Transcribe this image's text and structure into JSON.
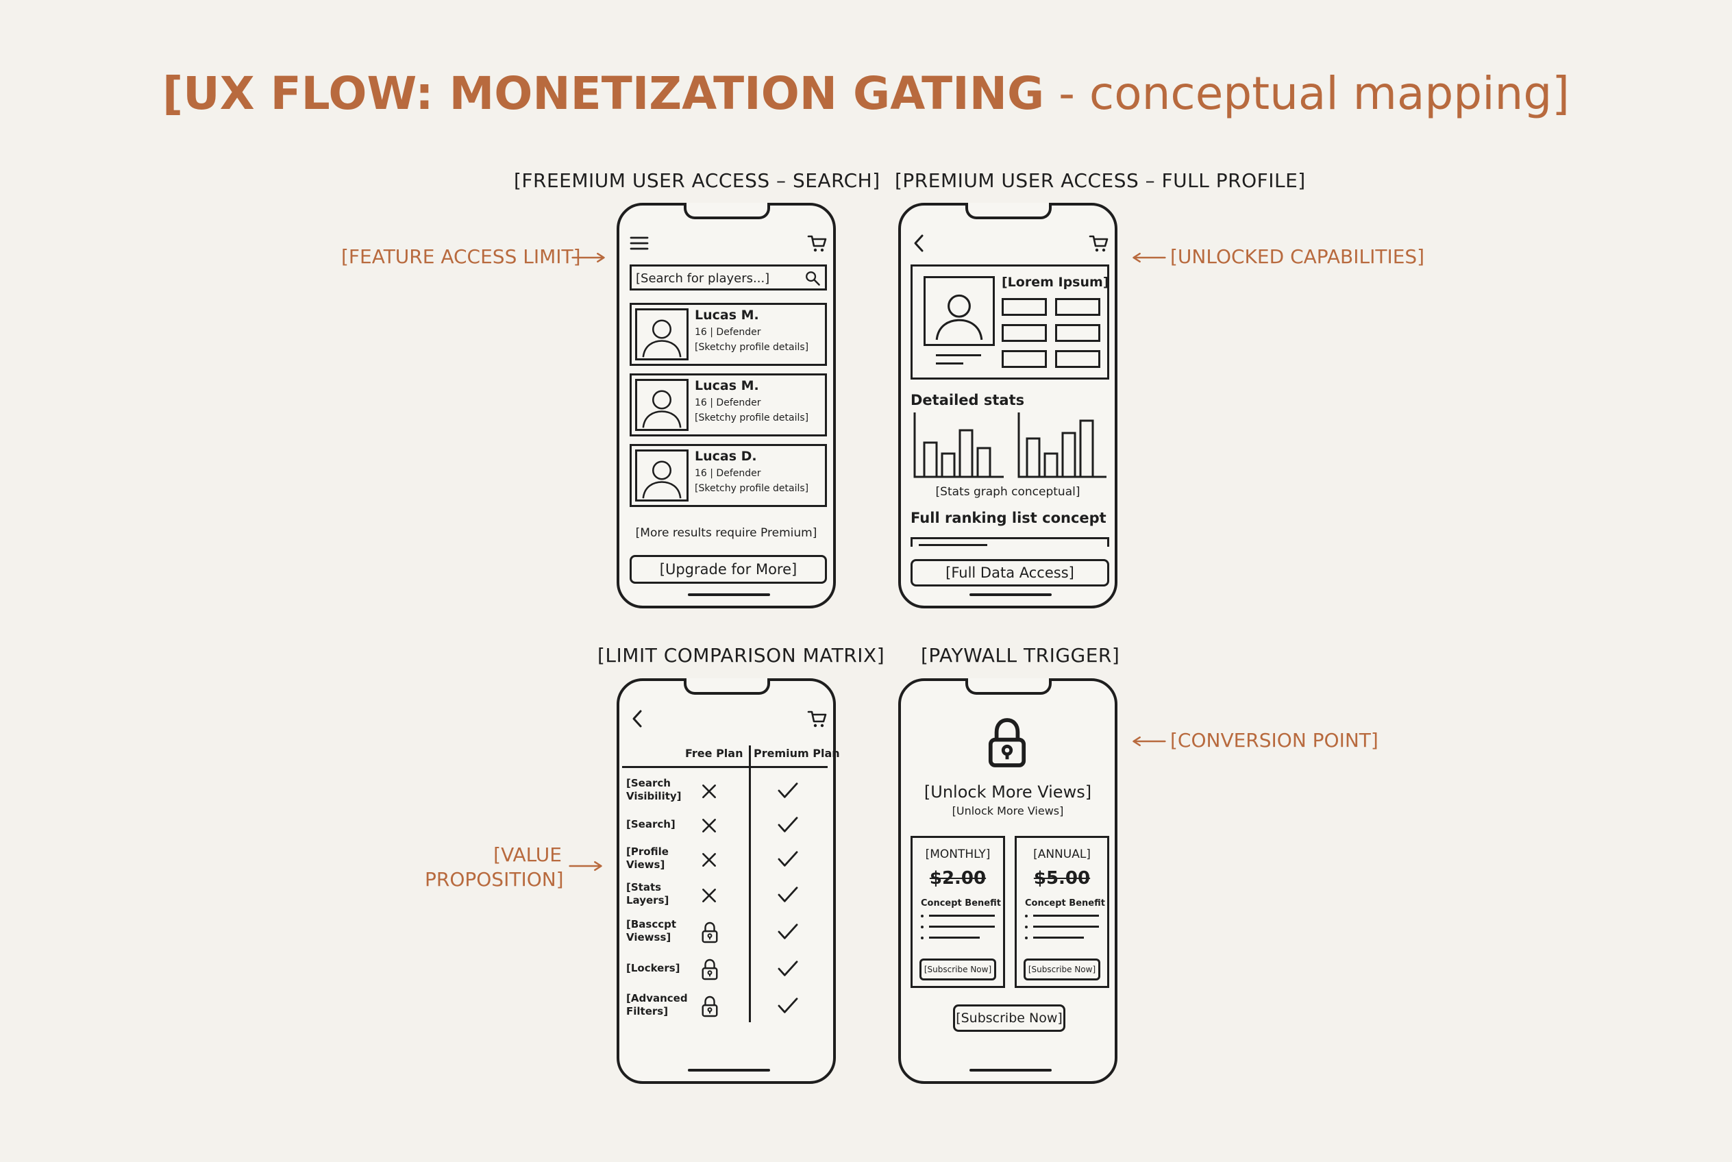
{
  "title": {
    "bold": "[UX FLOW: MONETIZATION GATING",
    "rest": " - conceptual mapping]"
  },
  "sections": {
    "freemium": "[FREEMIUM USER ACCESS – SEARCH]",
    "premium": "[PREMIUM USER ACCESS – FULL PROFILE]",
    "matrix": "[LIMIT COMPARISON MATRIX]",
    "paywall": "[PAYWALL TRIGGER]"
  },
  "annotations": {
    "feature_limit": "[FEATURE ACCESS LIMIT]",
    "unlocked": "[UNLOCKED CAPABILITIES]",
    "value_line1": "[VALUE",
    "value_line2": "PROPOSITION]",
    "conversion": "[CONVERSION POINT]"
  },
  "colors": {
    "accent": "#b86a3e",
    "ink": "#1e1e1e",
    "background": "#f4f2ed"
  },
  "search_screen": {
    "search_placeholder": "[Search for players...]",
    "cards": [
      {
        "name": "Lucas M.",
        "meta": "16 | Defender",
        "details": "[Sketchy profile details]"
      },
      {
        "name": "Lucas M.",
        "meta": "16 | Defender",
        "details": "[Sketchy profile details]"
      },
      {
        "name": "Lucas D.",
        "meta": "16 | Defender",
        "details": "[Sketchy profile details]"
      }
    ],
    "more_results": "[More results require Premium]",
    "upgrade_button": "[Upgrade for More]"
  },
  "profile_screen": {
    "profile_title": "[Lorem Ipsum]",
    "detailed_stats": "Detailed stats",
    "graph_caption": "[Stats graph conceptual]",
    "ranking_title": "Full ranking list concept",
    "full_access_button": "[Full Data Access]"
  },
  "matrix_screen": {
    "col_free": "Free Plan",
    "col_premium": "Premium Plan",
    "rows": [
      {
        "label": "[Search Visibility]",
        "free": "x",
        "premium": "check"
      },
      {
        "label": "[Search]",
        "free": "x",
        "premium": "check"
      },
      {
        "label": "[Profile Views]",
        "free": "x",
        "premium": "check"
      },
      {
        "label": "[Stats Layers]",
        "free": "x",
        "premium": "check"
      },
      {
        "label": "[Basccpt Viewss]",
        "free": "lock",
        "premium": "check"
      },
      {
        "label": "[Lockers]",
        "free": "lock",
        "premium": "check"
      },
      {
        "label": "[Advanced Filters]",
        "free": "lock",
        "premium": "check"
      }
    ]
  },
  "paywall_screen": {
    "heading": "[Unlock More Views]",
    "subheading": "[Unlock More Views]",
    "plans": [
      {
        "name": "[MONTHLY]",
        "price": "$2.00",
        "benefit": "Concept Benefit",
        "button": "[Subscribe Now]"
      },
      {
        "name": "[ANNUAL]",
        "price": "$5.00",
        "benefit": "Concept Benefit",
        "button": "[Subscribe Now]"
      }
    ],
    "subscribe_button": "[Subscribe Now]"
  }
}
